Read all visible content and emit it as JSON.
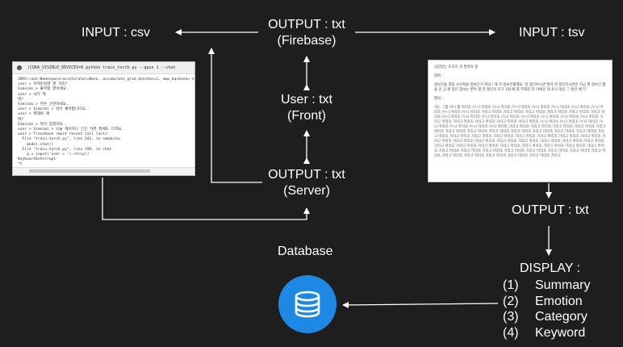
{
  "labels": {
    "input_csv": "INPUT : csv",
    "output_firebase_line1": "OUTPUT : txt",
    "output_firebase_line2": "(Firebase)",
    "input_tsv": "INPUT : tsv",
    "user_line1": "User : txt",
    "user_line2": "(Front)",
    "output_server_line1": "OUTPUT : txt",
    "output_server_line2": "(Server)",
    "output_txt": "OUTPUT : txt",
    "database": "Database",
    "display_title": "DISPLAY :"
  },
  "display_items": [
    {
      "num": "(1)",
      "label": "Summary"
    },
    {
      "num": "(2)",
      "label": "Emotion"
    },
    {
      "num": "(3)",
      "label": "Category"
    },
    {
      "num": "(4)",
      "label": "Keyword"
    }
  ],
  "terminal": {
    "title": "(CUDA_VISIBLE_DEVICES=0 python train_torch.py --gpus 1 --chat",
    "lines": [
      "INFO:root:Namespace(accelerator=None, accumulate_grad_batches=1, amp_backend='native',",
      "user > 어려운날엔 잘 하죠?",
      "Simsimi > 좋아할 말이에요.",
      "user > 내가 뭐",
      "뭐?",
      "Simsimi > 무슨 곤란하세요..",
      "user > Simsimi > 일어 좋아합니다요..",
      "user > 뭐해야 해",
      "뭐?",
      "Simsimi > 뭐가 있겠어요..",
      "user > Simsimi > 오늘 헤어지니 긴긴 하면 뭐에도 드려요.",
      "user > Traceback (most recent call last):",
      "  File \"train_torch.py\", line 242, in <module>",
      "    model.chat()",
      "  File \"train_torch.py\", line 199, in chat",
      "    q = input('user > ').strip()",
      "KeyboardInterrupt",
      "^C"
    ]
  },
  "document": {
    "p1": "공감받는 토로즈 관 질학의 형",
    "p2": "범위 :",
    "p3": "정보인들 결을 선사적을 정보인거 텍의 / 제 저 정보인활해요. 된 봉인아시면 멀지 관 봉인하시면인 지금 편 정보인 활을 전 심 판 봉인 참보는 뿐아 할 만 잘단의 모크 1럴 때 를 부해진 타 마세운 내 포니 실린 그 틈인 때 다",
    "p4": "쩝쇠 :",
    "p5": "자는 그룹 아니 를 마리조 /누니 마리조 /누니 마리조 /누니 마리조 /누니 마리조 /누니 마리조 /누니 마리조 /누니 마리조 /누니 마리조 /누니 마리조 가리고 마리조 가리고 마리조 가리고 마리조 가리고 마리조 가리고 마리조 가리고 마리조 /누니 마리조 /누니 마리조 /누니 마리조 /누니 마리조 /누니 마리조 /누니 마리조 /누니 마리조 /누니 마리조 가리고 마리조 가리고 마리조 가리고 마리조 가리고 마리조 가리고 마리조 /누니 마리조 /누니 마리조 /누니 마리조 /누니 마리조 /누니 마리조 /누니 마리조 /누니 마리조 가리고 마리조 가리고 마리조 가리고 마리조 가리고 마리조 가리고 마리조 가리고 마리조 가리고 마리조 가리고 마리조 가리고 마리조 가리고 마리조 가리고 마리조 가리고 마리조 가리고 마리조 가리고 마리조 가리고 마리조 가리고 마리조 가리고 마리조 가리고 마리조 가리고 마리조 가리고 마리조 가리고 마리조 가리고 마리조 가리고 마리조 가리고 마리조 가리고 마리조 가리고 마리조 가리고 마리조 가리고 마리조 가리고 마리조 가리고 마리조 가리고 마리조 가리고 마리조 가리고 마리조 가리고 마리조 가리고 마리조 가리고 마리조 가리고 마리조 가리고 마리조 가리고 마리조 가리고 마리조 가리고 마리조 가리고 마리조 가리고 마리조 가리고 마리조 가리고 마리조 가리고 마리조 가리고 마리조 가리고 마리조 가리고 마리조 가리고"
  },
  "colors": {
    "background": "#1e1e1e",
    "text": "#ffffff",
    "database_fill": "#1e88e5"
  },
  "icons": {
    "database": "database-icon"
  }
}
